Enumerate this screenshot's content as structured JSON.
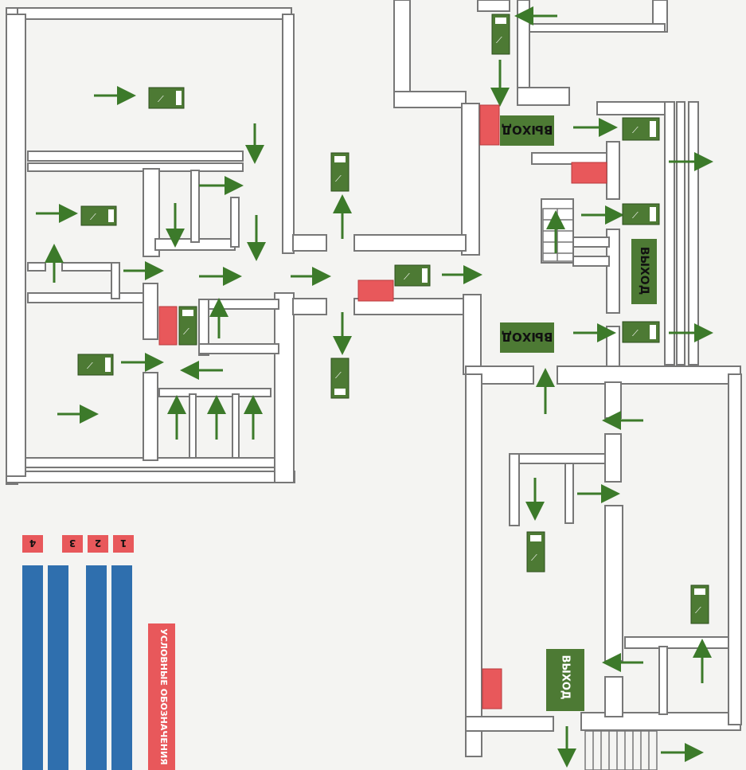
{
  "plan": {
    "wall_color": "#777777",
    "wall_fill": "#ffffff",
    "sign_color": "#4d7a34",
    "extinguisher_color": "#e8585b",
    "arrow_color": "#3c7a2a",
    "legend_bar_color": "#2f6fae"
  },
  "exit_signs": [
    {
      "label": "ВЫХОД"
    },
    {
      "label": "ВЫХОД"
    },
    {
      "label": "ВЫХОД"
    },
    {
      "label": "ВЫХОД"
    }
  ],
  "legend": {
    "title": "УСЛОВНЫЕ ОБОЗНАЧЕНИЯ",
    "numbers": [
      "1",
      "2",
      "3",
      "4"
    ]
  }
}
